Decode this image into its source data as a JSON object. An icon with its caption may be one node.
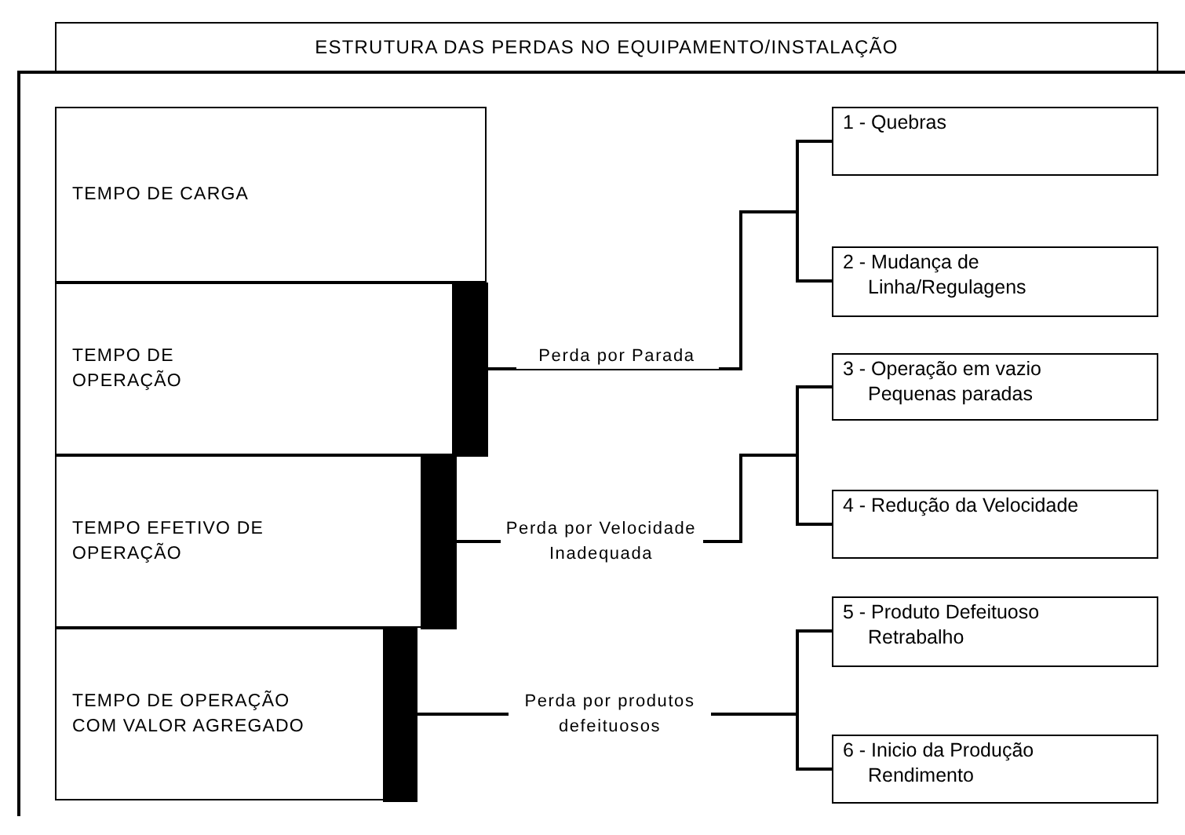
{
  "diagram": {
    "title": "ESTRUTURA DAS PERDAS NO EQUIPAMENTO/INSTALAÇÃO",
    "nodes": [
      {
        "text": [
          "TEMPO DE CARGA"
        ]
      },
      {
        "text": [
          "TEMPO DE OPERAÇÃO"
        ]
      },
      {
        "text": [
          "TEMPO EFETIVO DE OPERAÇÃO"
        ]
      },
      {
        "text": [
          "TEMPO DE OPERAÇÃO COM VALOR AGREGADO"
        ]
      },
      {
        "text": [],
        "shape": "bar",
        "in": 1
      },
      {
        "text": [],
        "shape": "bar",
        "in": 2
      },
      {
        "text": [],
        "shape": "bar",
        "in": 3
      },
      {
        "text": [
          "1 - Quebras"
        ]
      },
      {
        "text": [
          "2 - Mudança de Linha/Regulagens"
        ]
      },
      {
        "text": [
          "3 - Operação em vazio Pequenas paradas"
        ]
      },
      {
        "text": [
          "4 - Redução da Velocidade"
        ]
      },
      {
        "text": [
          "5 - Produto Defeituoso Retrabalho"
        ]
      },
      {
        "text": [
          "6 - Inicio da Produção Rendimento"
        ]
      }
    ],
    "edges": [
      {
        "from": 4,
        "to": 7,
        "arrow": "none",
        "label": "Perda por Parada"
      },
      {
        "from": 4,
        "to": 8,
        "arrow": "none"
      },
      {
        "from": 5,
        "to": 9,
        "arrow": "none",
        "label": "Perda por Velocidade Inadequada"
      },
      {
        "from": 5,
        "to": 10,
        "arrow": "none"
      },
      {
        "from": 6,
        "to": 11,
        "arrow": "none",
        "label": "Perda por produtos defeituosos"
      },
      {
        "from": 6,
        "to": 12,
        "arrow": "none"
      }
    ]
  }
}
